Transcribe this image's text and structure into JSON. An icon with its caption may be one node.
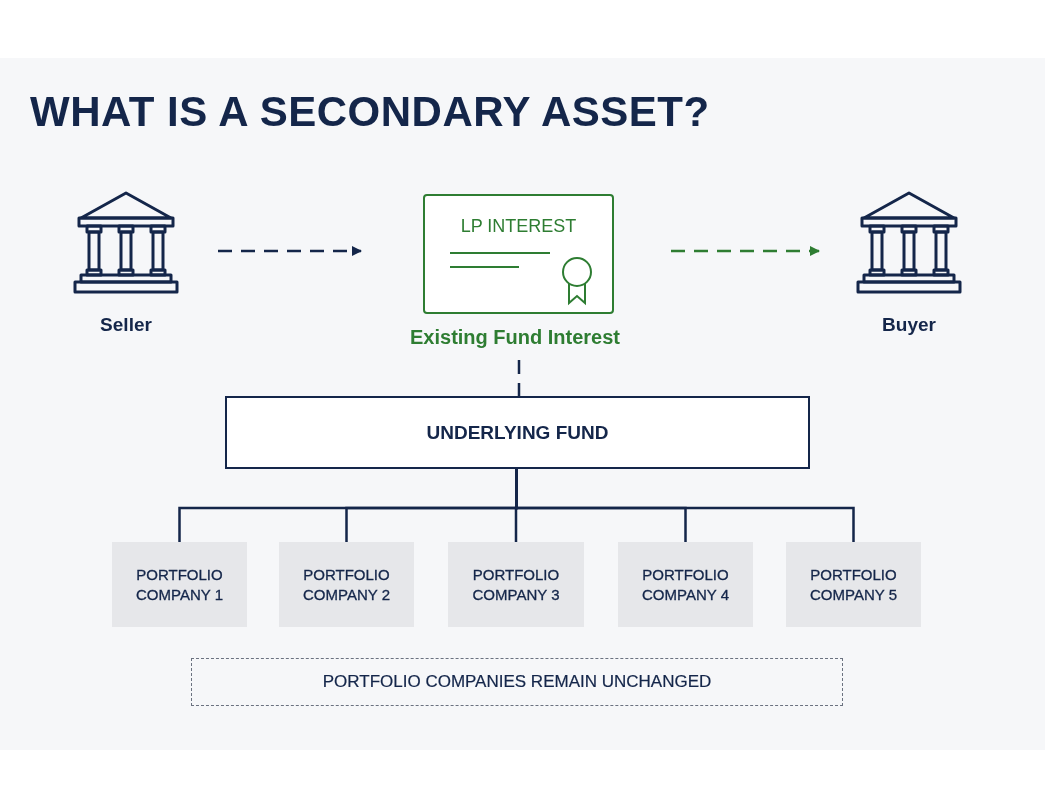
{
  "diagram": {
    "title": "WHAT IS A SECONDARY ASSET?",
    "nodes": [
      {
        "text": [
          "Seller"
        ]
      },
      {
        "text": [
          "LP INTEREST",
          "Existing Fund Interest"
        ]
      },
      {
        "text": [
          "Buyer"
        ]
      },
      {
        "text": [
          "UNDERLYING FUND"
        ]
      },
      {
        "text": [
          "PORTFOLIO COMPANY 1"
        ]
      },
      {
        "text": [
          "PORTFOLIO COMPANY 2"
        ]
      },
      {
        "text": [
          "PORTFOLIO COMPANY 3"
        ]
      },
      {
        "text": [
          "PORTFOLIO COMPANY 4"
        ]
      },
      {
        "text": [
          "PORTFOLIO COMPANY 5"
        ]
      },
      {
        "text": [
          "PORTFOLIO COMPANIES REMAIN UNCHANGED"
        ]
      }
    ],
    "edges": [
      {
        "from": 0,
        "to": 1,
        "arrow": "to",
        "style": "dashed"
      },
      {
        "from": 1,
        "to": 2,
        "arrow": "to",
        "style": "dashed",
        "color": "#2e7d32"
      },
      {
        "from": 1,
        "to": 3,
        "arrow": "none",
        "style": "dashed"
      },
      {
        "from": 3,
        "to": 4,
        "arrow": "none"
      },
      {
        "from": 3,
        "to": 5,
        "arrow": "none"
      },
      {
        "from": 3,
        "to": 6,
        "arrow": "none"
      },
      {
        "from": 3,
        "to": 7,
        "arrow": "none"
      },
      {
        "from": 3,
        "to": 8,
        "arrow": "none"
      }
    ]
  }
}
